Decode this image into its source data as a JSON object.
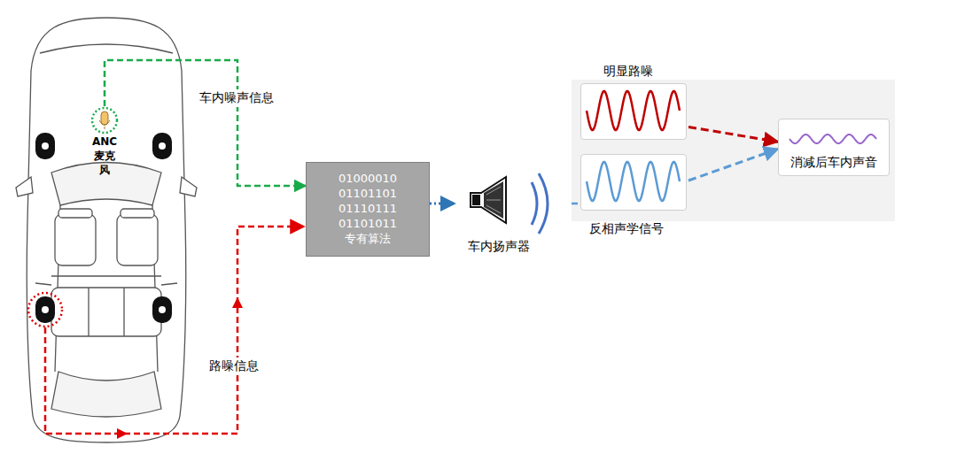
{
  "diagram": {
    "nodes": [
      {
        "text": [
          "ANC 麦克风"
        ]
      },
      {
        "text": [
          "01000010 01101101 01110111 01101011",
          "专有算法"
        ]
      },
      {
        "text": [
          "车内扬声器"
        ]
      },
      {
        "text": [
          "明显路噪"
        ]
      },
      {
        "text": [
          "反相声学信号"
        ]
      },
      {
        "text": [
          "消减后车内声音"
        ]
      }
    ],
    "edges": [
      {
        "from": 0,
        "to": 1,
        "arrow": "to",
        "label": "车内噪声信息"
      },
      {
        "from": 1,
        "to": 2,
        "arrow": "to"
      },
      {
        "from": 2,
        "to": 4,
        "arrow": "none"
      },
      {
        "from": 3,
        "to": 5,
        "arrow": "to"
      },
      {
        "from": 4,
        "to": 5,
        "arrow": "to"
      }
    ],
    "labels": [
      "路噪信息"
    ]
  }
}
